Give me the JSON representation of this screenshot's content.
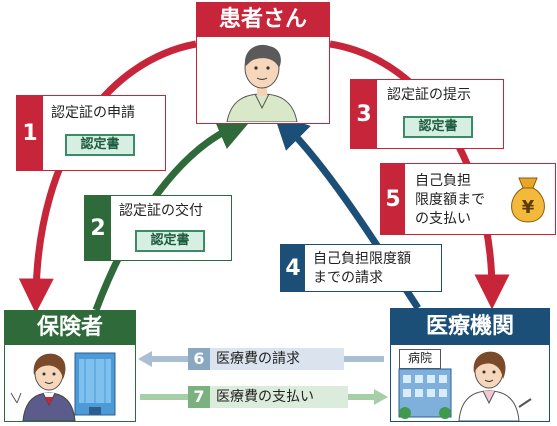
{
  "actors": {
    "patient": {
      "title": "患者さん",
      "color": "#c7253a"
    },
    "insurer": {
      "title": "保険者",
      "color": "#2f6b3a"
    },
    "medical": {
      "title": "医療機関",
      "color": "#1c4f78",
      "building_label": "病院"
    }
  },
  "steps": [
    {
      "number": "1",
      "text": "認定証の申請",
      "card": "認定書",
      "color": "#c7253a"
    },
    {
      "number": "2",
      "text": "認定証の交付",
      "card": "認定書",
      "color": "#2f6b3a"
    },
    {
      "number": "3",
      "text": "認定証の提示",
      "card": "認定書",
      "color": "#c7253a"
    },
    {
      "number": "4",
      "lines": [
        "自己負担限度額",
        "までの請求"
      ],
      "color": "#1c4f78"
    },
    {
      "number": "5",
      "lines": [
        "自己負担",
        "限度額まで",
        "の支払い"
      ],
      "color": "#c7253a"
    },
    {
      "number": "6",
      "text": "医療費の請求",
      "color": "#8aa7c2"
    },
    {
      "number": "7",
      "text": "医療費の支払い",
      "color": "#7bb07f"
    }
  ],
  "icons": [
    "yen-money-bag-icon",
    "office-building-icon",
    "hospital-building-icon"
  ]
}
